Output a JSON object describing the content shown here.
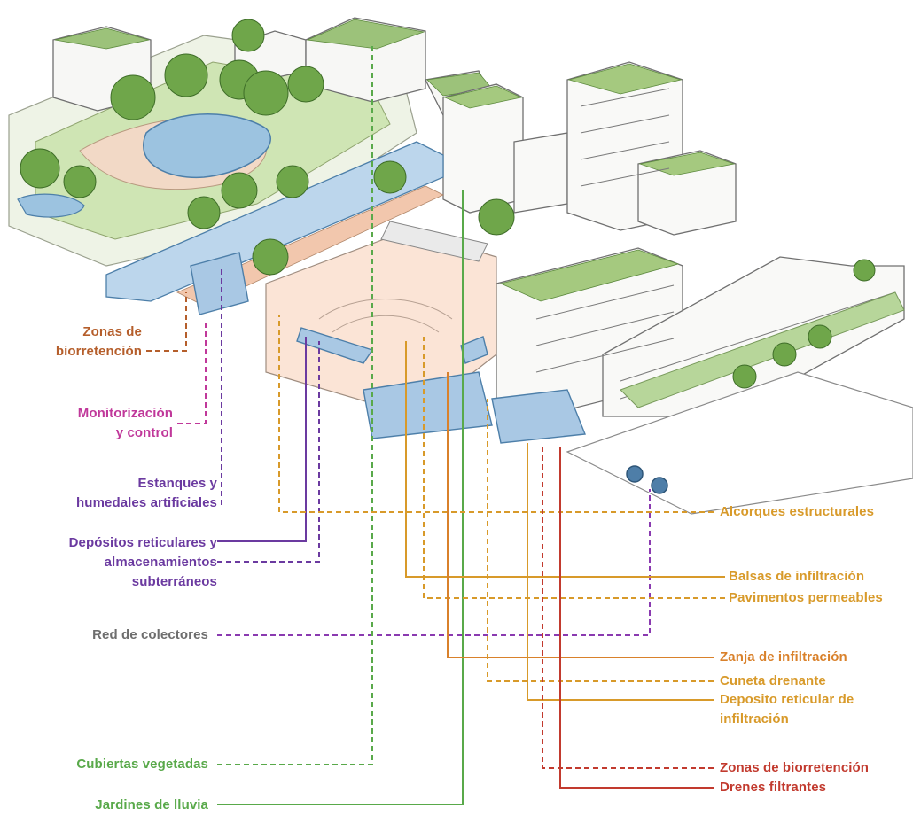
{
  "labels_left": {
    "zonas_biorretencion": "Zonas de\nbiorretención",
    "monitorizacion": "Monitorización\ny control",
    "estanques": "Estanques y\nhumedales artificiales",
    "depositos": "Depósitos reticulares y\nalmacenamientos\nsubterráneos",
    "red_colectores": "Red de colectores",
    "cubiertas": "Cubiertas vegetadas",
    "jardines": "Jardines de lluvia"
  },
  "labels_right": {
    "alcorques": "Alcorques estructurales",
    "balsas": "Balsas de infiltración",
    "pavimentos": "Pavimentos permeables",
    "zanja": "Zanja de infiltración",
    "cuneta": "Cuneta drenante",
    "deposito_reticular": "Deposito reticular de\ninfiltración",
    "zonas_biorretencion_2": "Zonas de biorretención",
    "drenes": "Drenes filtrantes"
  },
  "colors": {
    "brown": "#b55e2b",
    "magenta": "#c0389a",
    "purple": "#6b3aa0",
    "gray": "#6e6e6e",
    "green": "#59a94a",
    "orange": "#d89a2a",
    "orange_dark": "#d9812b",
    "red": "#c23a2e",
    "water": "#8db7d8",
    "water_dark": "#5e8fbe",
    "grass": "#b9d99a",
    "tree": "#5f9a3f",
    "soil": "#f3c8b0"
  }
}
